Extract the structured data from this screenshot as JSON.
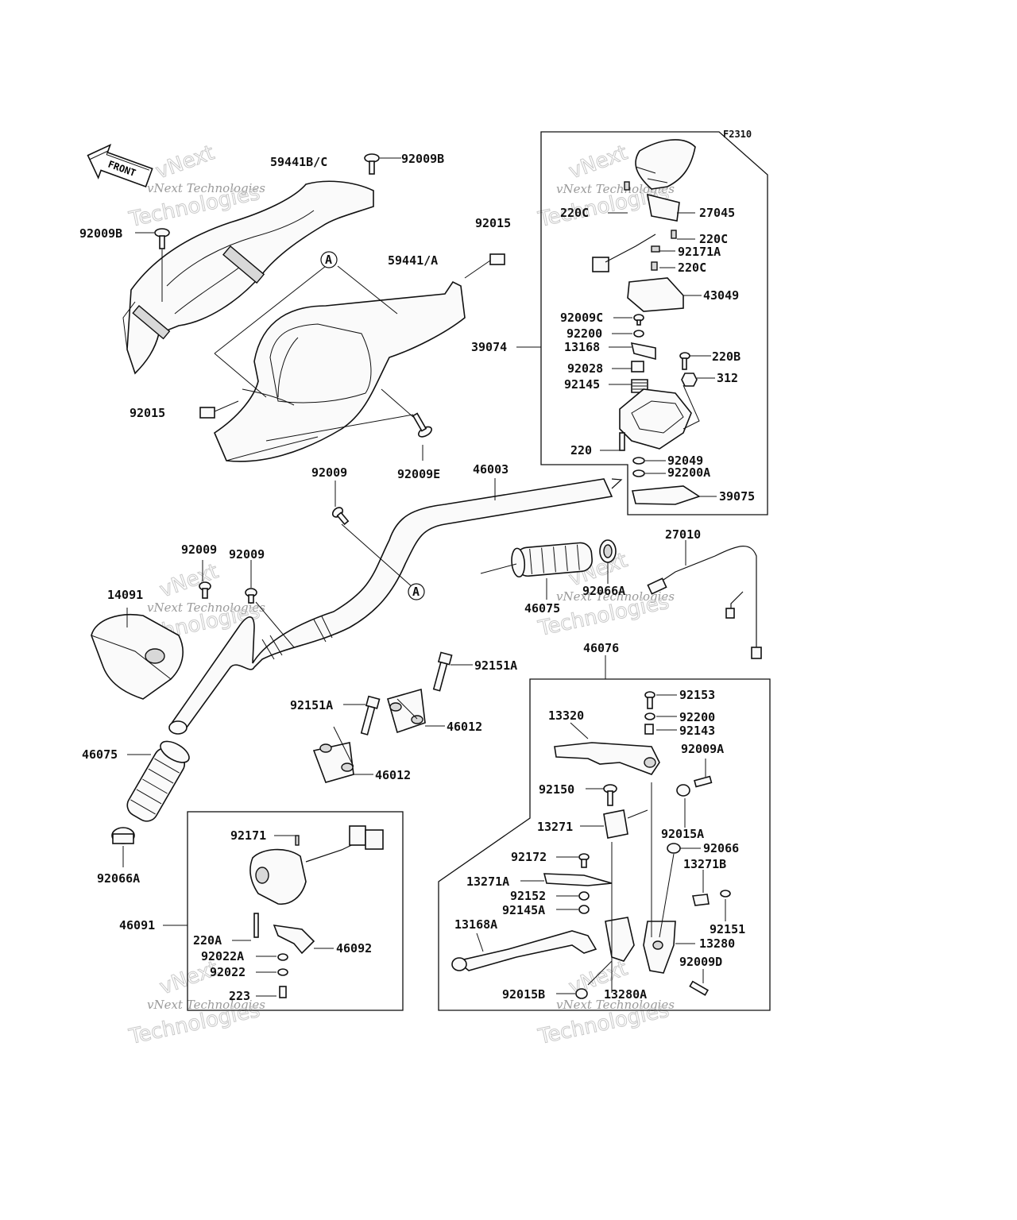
{
  "figure_code": "F2310",
  "front_label": "FRONT",
  "watermark": {
    "line1": "vNext Technologies",
    "line2": "Technologies",
    "brand": "vNext"
  },
  "callout_letter": "A",
  "labels": {
    "p59441bc": "59441B/C",
    "p92009b_top": "92009B",
    "p92009b_left": "92009B",
    "p92015_top": "92015",
    "p59441a": "59441/A",
    "p92015_left": "92015",
    "p92009e": "92009E",
    "p92009_mid": "92009",
    "p46003": "46003",
    "p92009_a": "92009",
    "p92009_b": "92009",
    "p14091": "14091",
    "p46075_left": "46075",
    "p92066a_left": "92066A",
    "p92151a_a": "92151A",
    "p92151a_b": "92151A",
    "p46012_a": "46012",
    "p46012_b": "46012",
    "p46075_right": "46075",
    "p92066a_right": "92066A",
    "p27010": "27010",
    "p46076": "46076",
    "p27045": "27045",
    "p220c_a": "220C",
    "p220c_b": "220C",
    "p92171a": "92171A",
    "p220c_c": "220C",
    "p43049": "43049",
    "p92009c": "92009C",
    "p92200_top": "92200",
    "p39074": "39074",
    "p13168": "13168",
    "p220b": "220B",
    "p92028": "92028",
    "p312": "312",
    "p92145": "92145",
    "p220": "220",
    "p92049": "92049",
    "p92200a": "92200A",
    "p39075": "39075",
    "p92153": "92153",
    "p13320": "13320",
    "p92200_low": "92200",
    "p92143": "92143",
    "p92009a": "92009A",
    "p92150": "92150",
    "p13271": "13271",
    "p92015a": "92015A",
    "p92066": "92066",
    "p92172": "92172",
    "p13271b": "13271B",
    "p13271a": "13271A",
    "p92152": "92152",
    "p92145a": "92145A",
    "p92151": "92151",
    "p13168a": "13168A",
    "p13280": "13280",
    "p92009d": "92009D",
    "p92015b": "92015B",
    "p13280a": "13280A",
    "p92171": "92171",
    "p46091": "46091",
    "p220a": "220A",
    "p92022a": "92022A",
    "p46092": "46092",
    "p92022": "92022",
    "p223": "223"
  }
}
